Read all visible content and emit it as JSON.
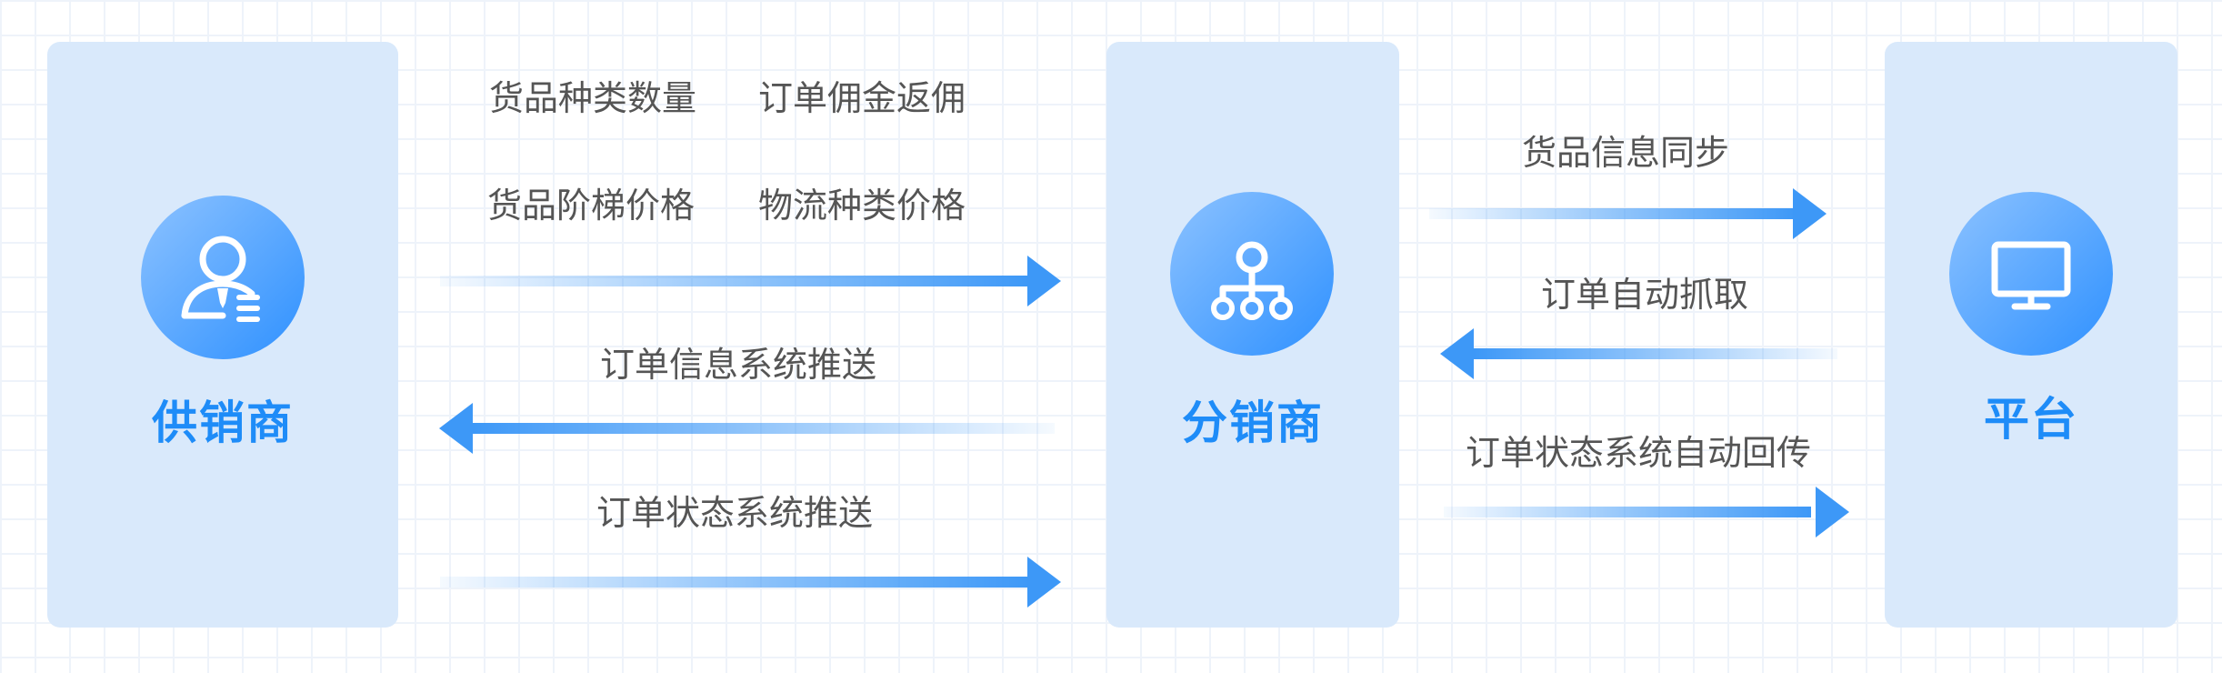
{
  "nodes": {
    "supplier": {
      "name": "供销商",
      "icon": "person-card-icon"
    },
    "distributor": {
      "name": "分销商",
      "icon": "org-tree-icon"
    },
    "platform": {
      "name": "平台",
      "icon": "monitor-icon"
    }
  },
  "labels": {
    "goods_category_qty": "货品种类数量",
    "order_commission": "订单佣金返佣",
    "goods_tier_price": "货品阶梯价格",
    "logistics_price": "物流种类价格",
    "order_info_push": "订单信息系统推送",
    "order_status_push": "订单状态系统推送",
    "goods_info_sync": "货品信息同步",
    "order_auto_fetch": "订单自动抓取",
    "order_status_return": "订单状态系统自动回传"
  },
  "colors": {
    "panel": "#d9e9fb",
    "accent": "#1e8cf8",
    "arrow": "#3d98f7",
    "label_text": "#555555"
  }
}
